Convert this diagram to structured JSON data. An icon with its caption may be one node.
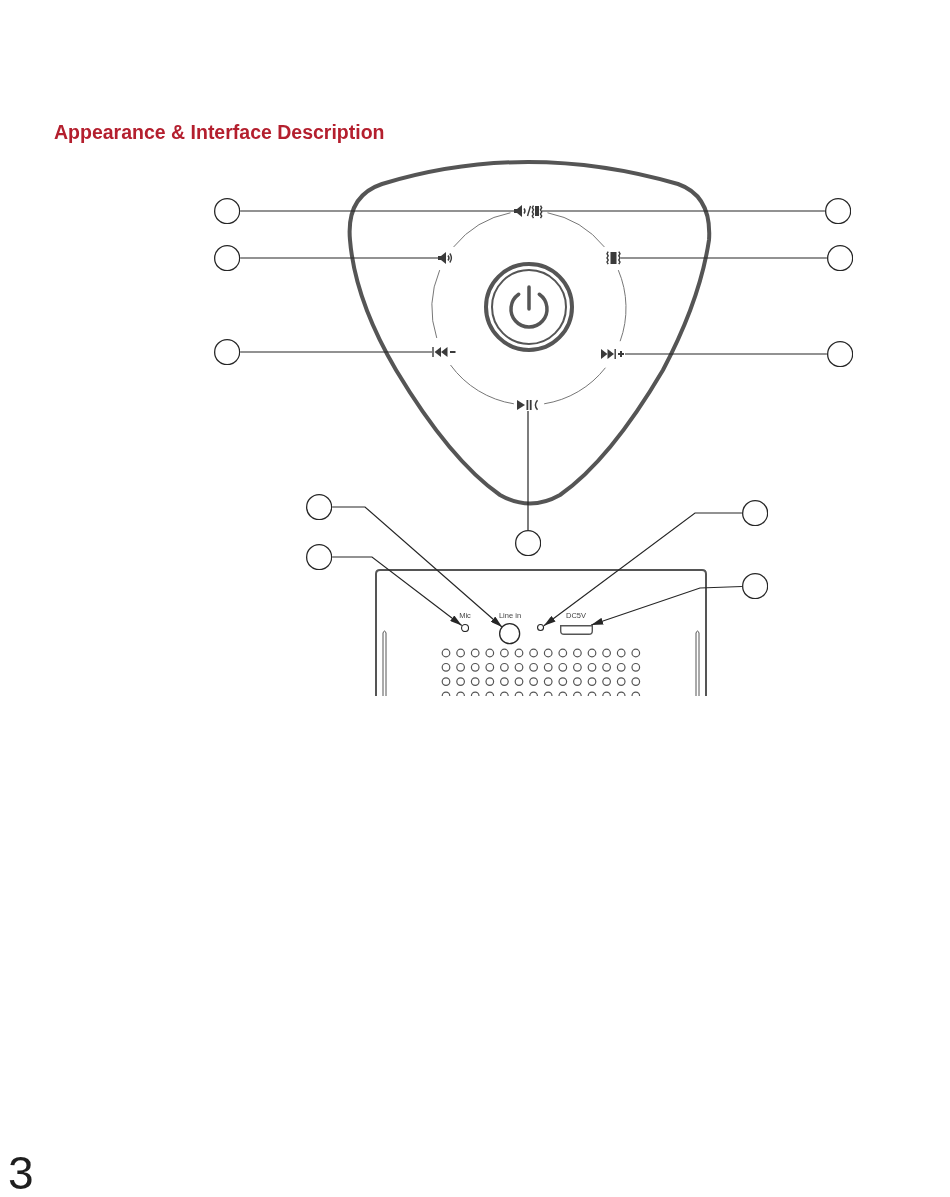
{
  "diagram": {
    "title": "Appearance & Interface Description",
    "nodes": [
      {
        "text": [],
        "shape": "circle"
      },
      {
        "text": [],
        "shape": "picture"
      },
      {
        "text": [],
        "shape": "circle"
      },
      {
        "text": [],
        "shape": "circle"
      },
      {
        "text": [],
        "shape": "picture"
      },
      {
        "text": [],
        "shape": "picture"
      },
      {
        "text": [],
        "shape": "circle"
      },
      {
        "text": [],
        "shape": "circle"
      },
      {
        "text": [],
        "shape": "picture"
      },
      {
        "text": [],
        "shape": "picture"
      },
      {
        "text": [],
        "shape": "circle"
      },
      {
        "text": [],
        "shape": "picture"
      },
      {
        "text": [],
        "shape": "circle"
      },
      {
        "text": [],
        "shape": "circle"
      },
      {
        "text": [],
        "shape": "circle"
      },
      {
        "text": [],
        "shape": "circle"
      },
      {
        "text": [],
        "shape": "circle"
      },
      {
        "text": [],
        "shape": "circle"
      },
      {
        "text": [],
        "shape": "circle"
      },
      {
        "text": [],
        "shape": "circle"
      },
      {
        "text": [],
        "shape": "box"
      }
    ],
    "edges": [
      {
        "from": 0,
        "to": 1,
        "arrow": "none"
      },
      {
        "from": 2,
        "to": 1,
        "arrow": "none"
      },
      {
        "from": 3,
        "to": 4,
        "arrow": "none"
      },
      {
        "from": 6,
        "to": 5,
        "arrow": "none"
      },
      {
        "from": 7,
        "to": 8,
        "arrow": "none"
      },
      {
        "from": 10,
        "to": 9,
        "arrow": "none"
      },
      {
        "from": 14,
        "to": 11,
        "arrow": "none"
      },
      {
        "from": 12,
        "to": 18,
        "arrow": "to"
      },
      {
        "from": 15,
        "to": 17,
        "arrow": "to"
      },
      {
        "from": 13,
        "to": 19,
        "arrow": "to"
      },
      {
        "from": 16,
        "to": 20,
        "arrow": "to"
      }
    ],
    "labels": [
      "Mic",
      "Line in",
      "DC5V",
      "3"
    ]
  }
}
